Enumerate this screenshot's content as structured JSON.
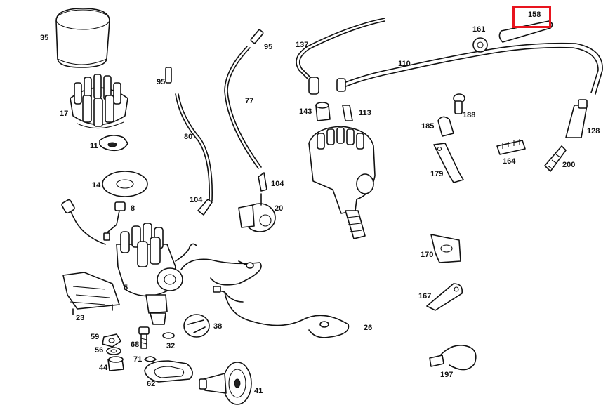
{
  "diagram": {
    "highlight_color": "#e8141e",
    "highlighted_part": "158",
    "parts": [
      {
        "id": "p35",
        "label": "35"
      },
      {
        "id": "p17",
        "label": "17"
      },
      {
        "id": "p11",
        "label": "11"
      },
      {
        "id": "p14",
        "label": "14"
      },
      {
        "id": "p8",
        "label": "8"
      },
      {
        "id": "p5",
        "label": "5"
      },
      {
        "id": "p23",
        "label": "23"
      },
      {
        "id": "p59",
        "label": "59"
      },
      {
        "id": "p56",
        "label": "56"
      },
      {
        "id": "p44",
        "label": "44"
      },
      {
        "id": "p68",
        "label": "68"
      },
      {
        "id": "p71",
        "label": "71"
      },
      {
        "id": "p62",
        "label": "62"
      },
      {
        "id": "p32",
        "label": "32"
      },
      {
        "id": "p38",
        "label": "38"
      },
      {
        "id": "p41",
        "label": "41"
      },
      {
        "id": "p95a",
        "label": "95"
      },
      {
        "id": "p95b",
        "label": "95"
      },
      {
        "id": "p80",
        "label": "80"
      },
      {
        "id": "p77",
        "label": "77"
      },
      {
        "id": "p104a",
        "label": "104"
      },
      {
        "id": "p104b",
        "label": "104"
      },
      {
        "id": "p20",
        "label": "20"
      },
      {
        "id": "p26",
        "label": "26"
      },
      {
        "id": "p137",
        "label": "137"
      },
      {
        "id": "p110",
        "label": "110"
      },
      {
        "id": "p143",
        "label": "143"
      },
      {
        "id": "p113",
        "label": "113"
      },
      {
        "id": "p161",
        "label": "161"
      },
      {
        "id": "p158",
        "label": "158"
      },
      {
        "id": "p188",
        "label": "188"
      },
      {
        "id": "p185",
        "label": "185"
      },
      {
        "id": "p128",
        "label": "128"
      },
      {
        "id": "p164",
        "label": "164"
      },
      {
        "id": "p200",
        "label": "200"
      },
      {
        "id": "p179",
        "label": "179"
      },
      {
        "id": "p170",
        "label": "170"
      },
      {
        "id": "p167",
        "label": "167"
      },
      {
        "id": "p197",
        "label": "197"
      }
    ]
  }
}
